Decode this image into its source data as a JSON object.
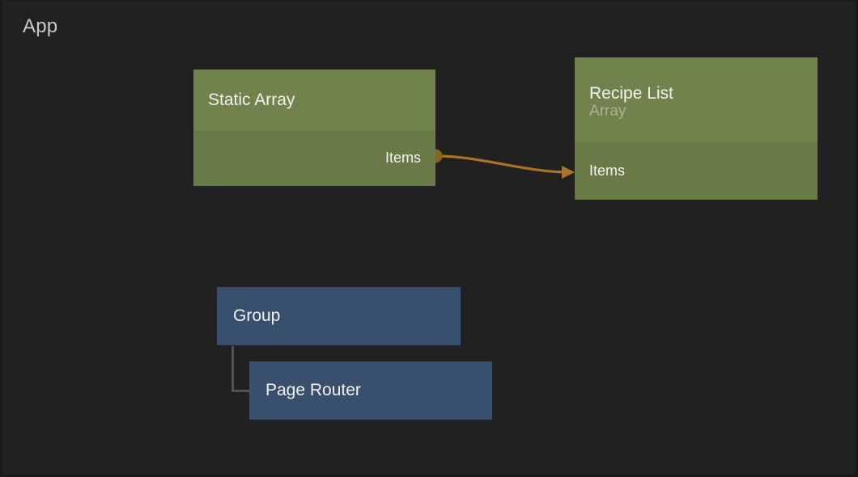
{
  "canvas": {
    "title": "App",
    "background_color": "#212121",
    "title_color": "#c9c9c9"
  },
  "palette": {
    "green_header": "#71824d",
    "green_body": "#697a47",
    "blue_node": "#38506e",
    "edge_orange": "#a9732a",
    "edge_gray": "#5a5a5a",
    "text_primary": "#f2f2f2",
    "text_muted": "#a9b193"
  },
  "nodes": [
    {
      "id": "static-array",
      "title": "Static Array",
      "subtitle": "",
      "kind": "green",
      "ports": [
        {
          "label": "Items",
          "side": "right",
          "connected": true
        }
      ]
    },
    {
      "id": "recipe-list",
      "title": "Recipe List",
      "subtitle": "Array",
      "kind": "green",
      "ports": [
        {
          "label": "Items",
          "side": "left",
          "connected": true
        }
      ]
    },
    {
      "id": "group",
      "title": "Group",
      "subtitle": "",
      "kind": "blue",
      "ports": []
    },
    {
      "id": "page-router",
      "title": "Page Router",
      "subtitle": "",
      "kind": "blue",
      "ports": []
    }
  ],
  "edges": [
    {
      "id": "static-array-items-to-recipe-list-items",
      "from_node": "static-array",
      "from_port": "Items",
      "to_node": "recipe-list",
      "to_port": "Items",
      "style": "curve",
      "color": "#a9732a",
      "has_source_dot": true,
      "has_arrowhead": true
    },
    {
      "id": "group-to-page-router",
      "from_node": "group",
      "to_node": "page-router",
      "style": "elbow",
      "color": "#5a5a5a",
      "has_source_dot": false,
      "has_arrowhead": false
    }
  ]
}
